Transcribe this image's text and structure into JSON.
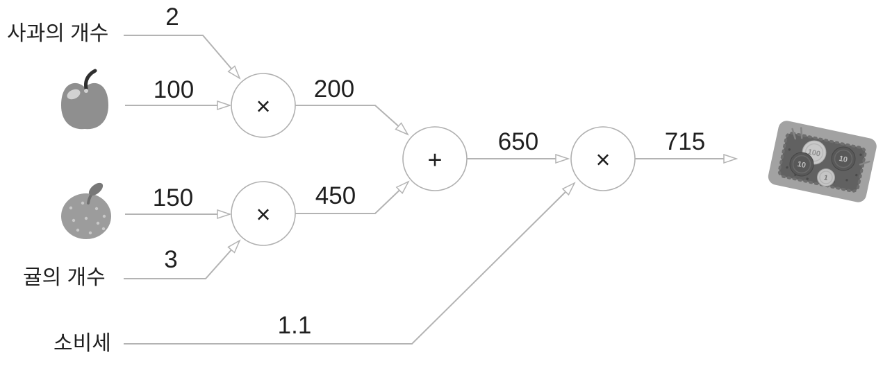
{
  "diagram": {
    "labels": {
      "apple_count": "사과의 개수",
      "tangerine_count": "귤의 개수",
      "tax": "소비세"
    },
    "values": {
      "apple_count": "2",
      "apple_price": "100",
      "apple_total": "200",
      "tangerine_price": "150",
      "tangerine_count": "3",
      "tangerine_total": "450",
      "subtotal": "650",
      "tax_rate": "1.1",
      "total": "715"
    },
    "operators": {
      "apple_mul": "×",
      "tangerine_mul": "×",
      "add": "+",
      "tax_mul": "×"
    },
    "coins": {
      "hundred": "100",
      "ten_left": "10",
      "ten_right": "10",
      "one": "1"
    },
    "icons": {
      "apple": "apple-icon",
      "tangerine": "tangerine-icon",
      "money_tray": "money-tray-icon"
    },
    "colors": {
      "background": "#ffffff",
      "line": "#b3b3b3",
      "text": "#1f1f1f",
      "node_fill": "#ffffff",
      "fruit_gray": "#929292",
      "tray_outer": "#a2a2a2",
      "tray_inner": "#616161",
      "coin_light": "#c9c9c9",
      "coin_dark": "#585858"
    }
  }
}
